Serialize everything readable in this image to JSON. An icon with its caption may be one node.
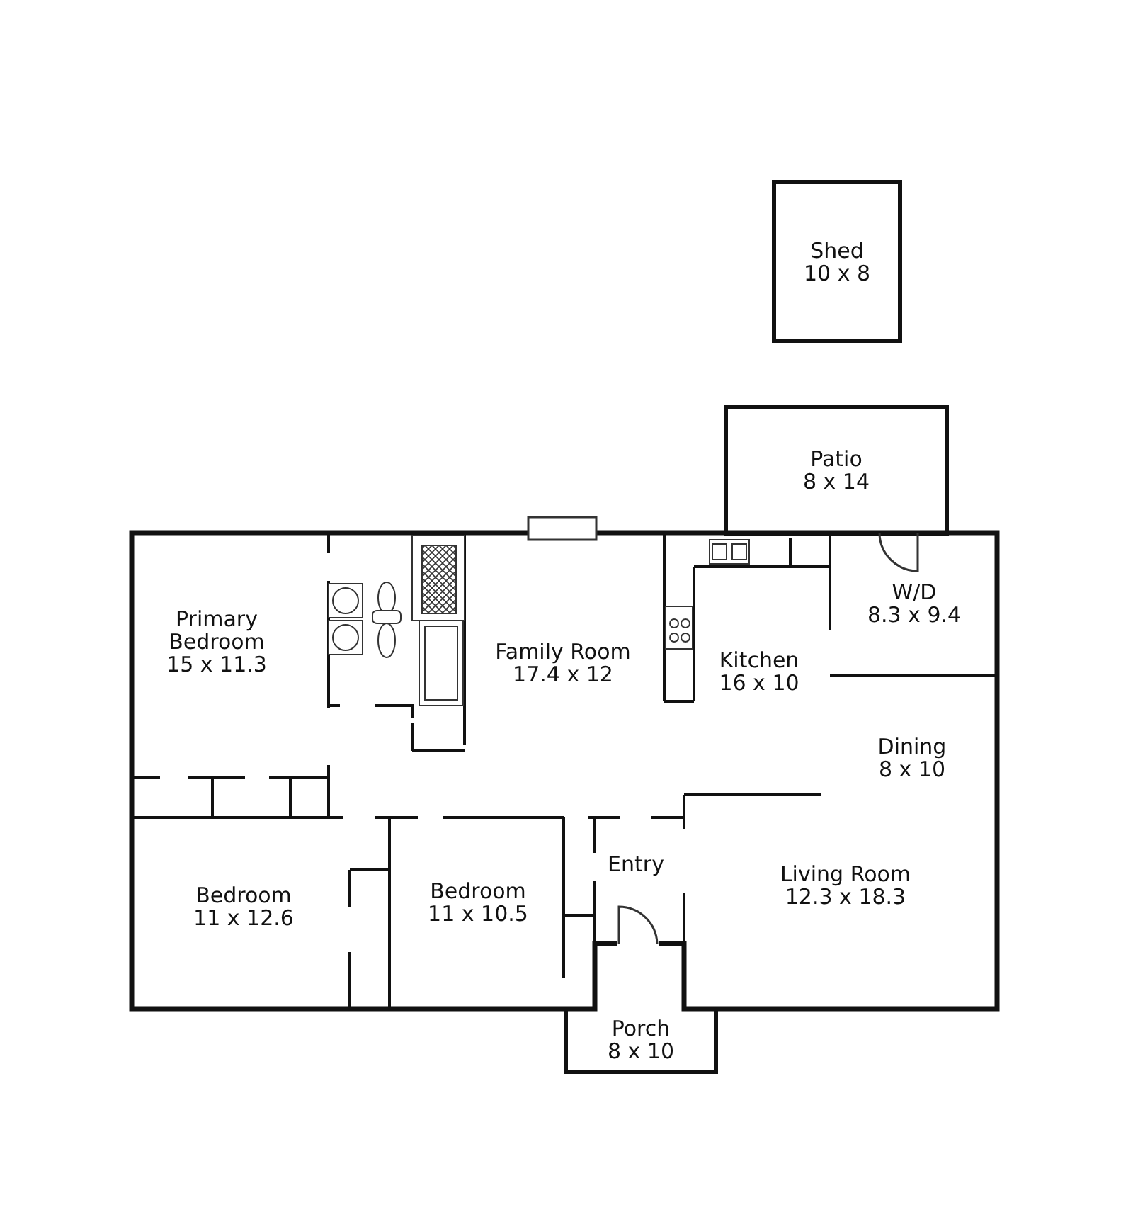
{
  "diagram": {
    "nodes": [
      {
        "text": [
          "Shed",
          "10 x 8"
        ]
      },
      {
        "text": [
          "Patio",
          "8 x 14"
        ]
      },
      {
        "text": [],
        "shape": "box"
      },
      {
        "text": [
          "Primary Bedroom",
          "15 x 11.3"
        ],
        "in": 2
      },
      {
        "text": [
          "Family Room",
          "17.4 x 12"
        ],
        "in": 2
      },
      {
        "text": [
          "Kitchen",
          "16 x 10"
        ],
        "in": 2
      },
      {
        "text": [
          "W/D",
          "8.3 x 9.4"
        ],
        "in": 2
      },
      {
        "text": [
          "Dining",
          "8 x 10"
        ],
        "in": 2
      },
      {
        "text": [
          "Bedroom",
          "11 x 12.6"
        ],
        "in": 2
      },
      {
        "text": [
          "Bedroom",
          "11 x 10.5"
        ],
        "in": 2
      },
      {
        "text": [
          "Entry"
        ],
        "in": 2
      },
      {
        "text": [
          "Living Room",
          "12.3 x 18.3"
        ],
        "in": 2
      },
      {
        "text": [
          "Porch",
          "8 x 10"
        ]
      }
    ]
  }
}
